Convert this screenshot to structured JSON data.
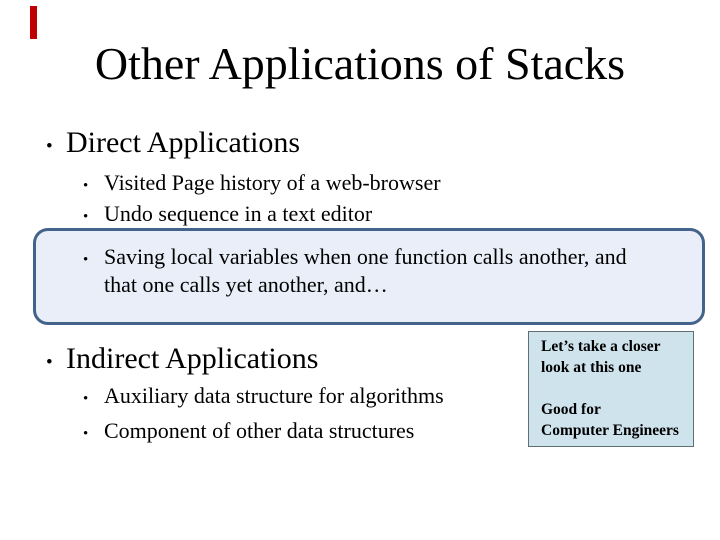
{
  "slide": {
    "title": "Other Applications of Stacks"
  },
  "glyphs": {
    "bullet": "•"
  },
  "colors": {
    "marker_red": "#c00000",
    "highlight_box_fill": "#e9eef8",
    "highlight_box_border": "#44638a",
    "callout_fill": "#cfe3ed",
    "callout_border": "#5f6f75",
    "text": "#000000"
  },
  "direct": {
    "label": "Direct Applications",
    "items": [
      "Visited Page history of a web-browser",
      "Undo sequence in a text editor",
      "Saving local variables when one function calls another, and\nthat one calls yet another, and…"
    ]
  },
  "indirect": {
    "label": "Indirect Applications",
    "items": [
      "Auxiliary data structure for algorithms",
      "Component of other data structures"
    ]
  },
  "callout": {
    "lines": [
      "Let’s take a closer",
      "look at this one",
      "",
      "Good for",
      "Computer Engineers"
    ]
  }
}
